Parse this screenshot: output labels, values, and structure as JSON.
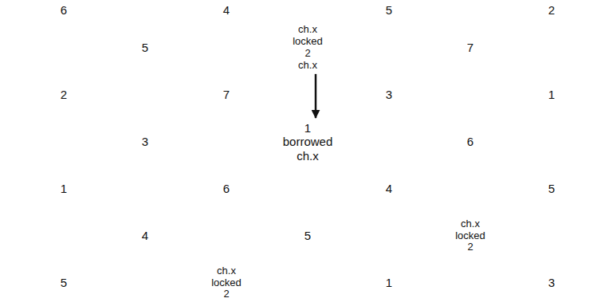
{
  "diagram": {
    "nodes": [
      {
        "text": [
          "6"
        ]
      },
      {
        "text": [
          "4"
        ]
      },
      {
        "text": [
          "ch.x locked 2",
          "ch.x"
        ]
      },
      {
        "text": [
          "5"
        ]
      },
      {
        "text": [
          "2"
        ]
      },
      {
        "text": [
          "5"
        ]
      },
      {
        "text": [
          "7"
        ]
      },
      {
        "text": [
          "2"
        ]
      },
      {
        "text": [
          "7"
        ]
      },
      {
        "text": [
          "1",
          "borrowed ch.x"
        ]
      },
      {
        "text": [
          "3"
        ]
      },
      {
        "text": [
          "1"
        ]
      },
      {
        "text": [
          "3"
        ]
      },
      {
        "text": [
          "6"
        ]
      },
      {
        "text": [
          "1"
        ]
      },
      {
        "text": [
          "6"
        ]
      },
      {
        "text": [
          "4"
        ]
      },
      {
        "text": [
          "5"
        ]
      },
      {
        "text": [
          "5"
        ]
      },
      {
        "text": [
          "4"
        ]
      },
      {
        "text": [
          "ch.x locked 2"
        ]
      },
      {
        "text": [
          "5"
        ]
      },
      {
        "text": [
          "ch.x locked 2"
        ]
      },
      {
        "text": [
          "1"
        ]
      },
      {
        "text": [
          "3"
        ]
      }
    ],
    "edges": [
      {
        "from": 2,
        "to": 9,
        "arrow": "to"
      }
    ]
  }
}
